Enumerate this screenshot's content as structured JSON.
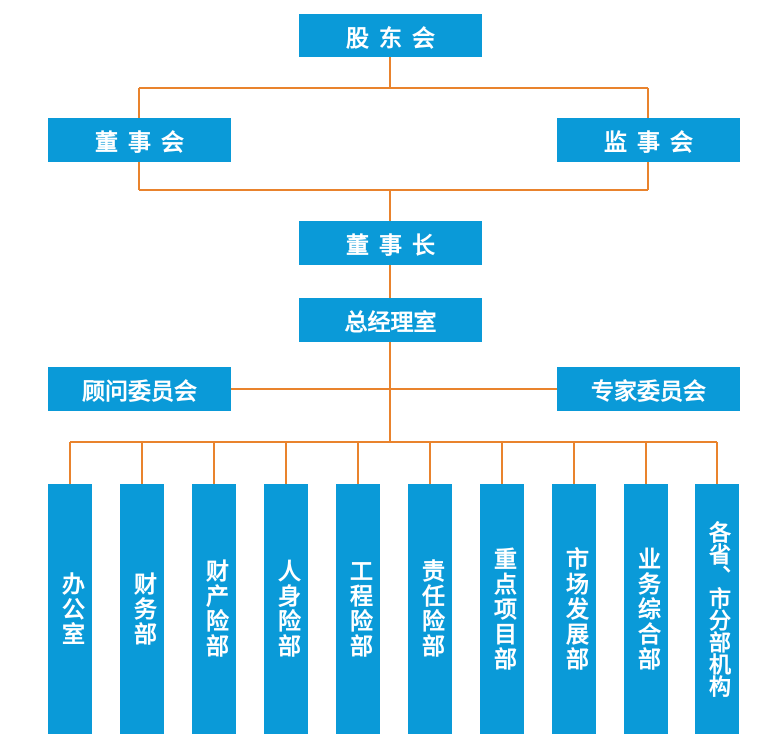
{
  "colors": {
    "box": "#0a9ad8",
    "connector": "#e9832d",
    "text": "#ffffff"
  },
  "top": {
    "shareholders": "股东会"
  },
  "boards": {
    "directors": "董事会",
    "supervisors": "监事会"
  },
  "chairman": "董事长",
  "gm_office": "总经理室",
  "committees": {
    "advisory": "顾问委员会",
    "expert": "专家委员会"
  },
  "departments": [
    "办公室",
    "财务部",
    "财产险部",
    "人身险部",
    "工程险部",
    "责任险部",
    "重点项目部",
    "市场发展部",
    "业务综合部",
    "各省、市分部机构"
  ]
}
